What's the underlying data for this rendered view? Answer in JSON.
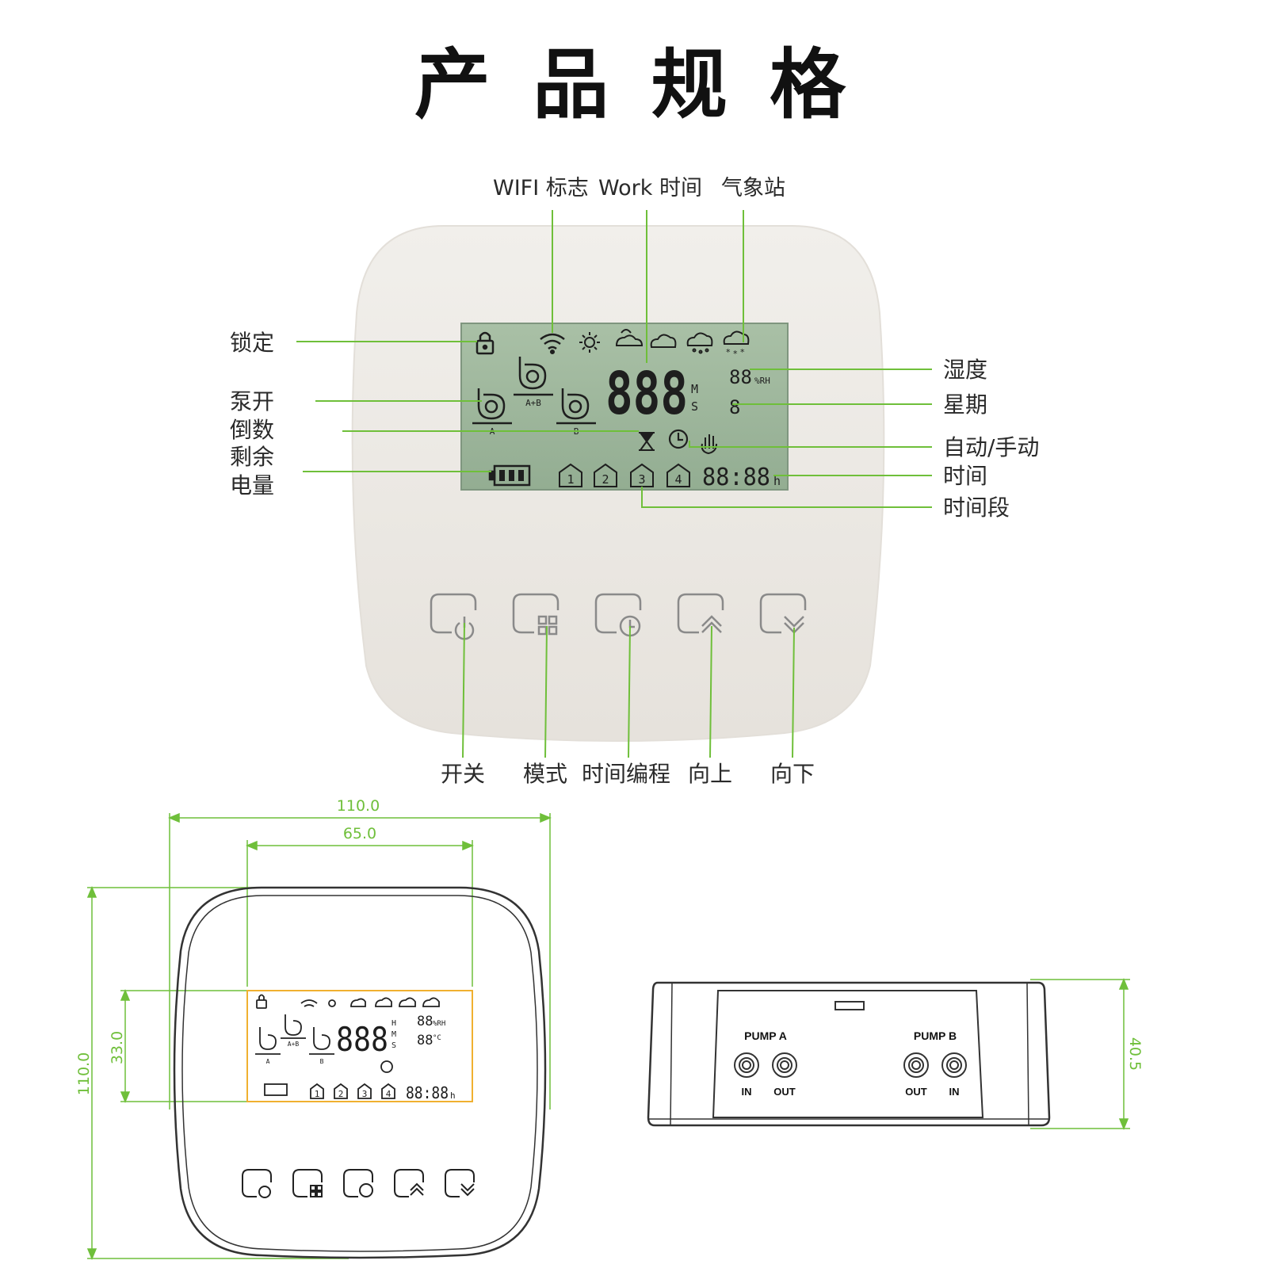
{
  "title": "产 品 规 格",
  "top_labels": {
    "wifi": "WIFI 标志",
    "work_time": "Work 时间",
    "weather": "气象站"
  },
  "left_labels": {
    "lock": "锁定",
    "pump_on": "泵开",
    "countdown": "倒数",
    "battery_1": "剩余",
    "battery_2": "电量"
  },
  "right_labels": {
    "humidity": "湿度",
    "weekday": "星期",
    "auto_manual": "自动/手动",
    "time": "时间",
    "time_period": "时间段"
  },
  "button_labels": {
    "power": "开关",
    "mode": "模式",
    "schedule": "时间编程",
    "up": "向上",
    "down": "向下"
  },
  "lcd": {
    "work_digits": "888",
    "unit_m": "M",
    "unit_s": "S",
    "unit_h": "H",
    "humidity_digits": "88",
    "humidity_unit": "%RH",
    "temp_digits": "88",
    "temp_unit": "°C",
    "weekday_digit": "8",
    "clock": "88:88",
    "clock_unit": "h",
    "pump_a": "A",
    "pump_ab": "A+B",
    "pump_b": "B",
    "periods": [
      "1",
      "2",
      "3",
      "4"
    ]
  },
  "dimensions": {
    "width_outer": "110.0",
    "width_screen": "65.0",
    "height_outer": "110.0",
    "height_screen": "33.0",
    "depth": "40.5"
  },
  "side_view": {
    "pump_a": "PUMP A",
    "pump_b": "PUMP B",
    "in": "IN",
    "out": "OUT"
  },
  "colors": {
    "accent_green": "#6fbf3a",
    "lcd_bg": "#9fb89f",
    "screen_outline": "#f0b030",
    "device_body": "#ece9e4"
  }
}
